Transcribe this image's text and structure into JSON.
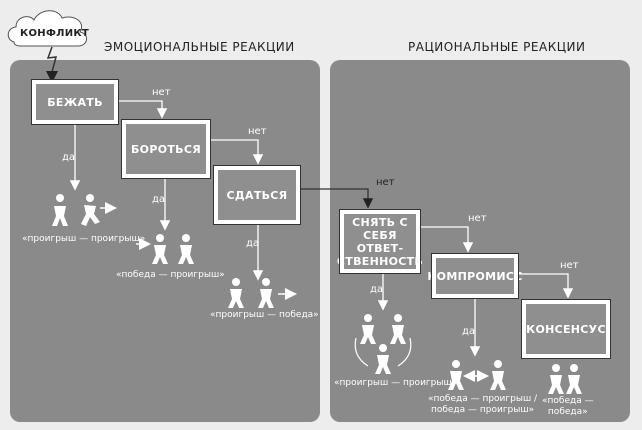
{
  "conflict_label": "КОНФЛИКТ",
  "emotional_title": "ЭМОЦИОНАЛЬНЫЕ РЕАКЦИИ",
  "rational_title": "РАЦИОНАЛЬНЫЕ РЕАКЦИИ",
  "boxes": {
    "run": "БЕЖАТЬ",
    "fight": "БОРОТЬСЯ",
    "surrender": "СДАТЬСЯ",
    "responsibility_l1": "СНЯТЬ С СЕБЯ",
    "responsibility_l2": "ОТВЕТ-",
    "responsibility_l3": "СТВЕННОСТЬ",
    "compromise": "КОМПРОМИСС",
    "consensus": "КОНСЕНСУС"
  },
  "yes": "да",
  "no": "нет",
  "outcomes": {
    "run": "«проигрыш — проигрыш»",
    "fight": "«победа — проигрыш»",
    "surrender": "«проигрыш — победа»",
    "responsibility": "«проигрыш — проигрыш»",
    "compromise_l1": "«победа — проигрыш /",
    "compromise_l2": "победа — проигрыш»",
    "consensus_l1": "«победа —",
    "consensus_l2": "победа»"
  }
}
